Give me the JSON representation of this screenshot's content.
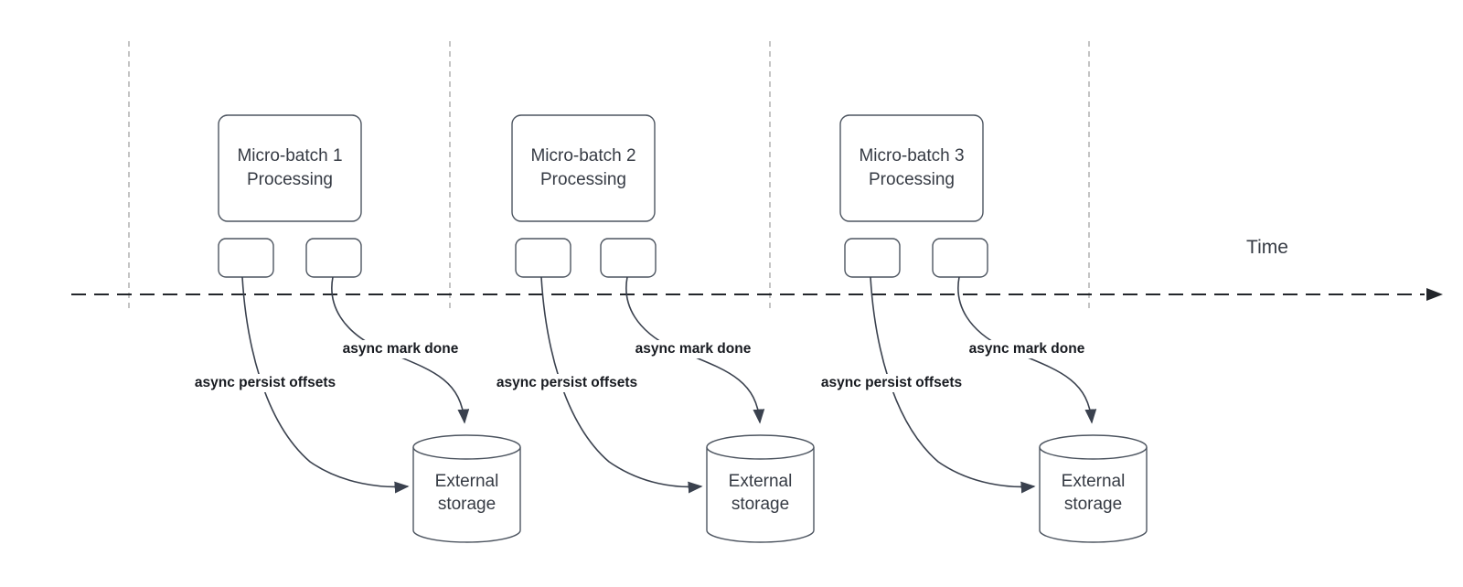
{
  "time_label": "Time",
  "groups": [
    {
      "title_line1": "Micro-batch 1",
      "title_line2": "Processing",
      "persist_label": "async persist offsets",
      "mark_done_label": "async mark done",
      "storage_line1": "External",
      "storage_line2": "storage"
    },
    {
      "title_line1": "Micro-batch 2",
      "title_line2": "Processing",
      "persist_label": "async persist offsets",
      "mark_done_label": "async mark done",
      "storage_line1": "External",
      "storage_line2": "storage"
    },
    {
      "title_line1": "Micro-batch 3",
      "title_line2": "Processing",
      "persist_label": "async persist offsets",
      "mark_done_label": "async mark done",
      "storage_line1": "External",
      "storage_line2": "storage"
    }
  ],
  "colors": {
    "background": "#ffffff",
    "shape_stroke": "#4d5560",
    "arrow_stroke": "#3a414e",
    "timeline_stroke": "#23262b",
    "guide_stroke": "#b5b5b5",
    "text_color": "#363b44",
    "label_color": "#171a20"
  }
}
